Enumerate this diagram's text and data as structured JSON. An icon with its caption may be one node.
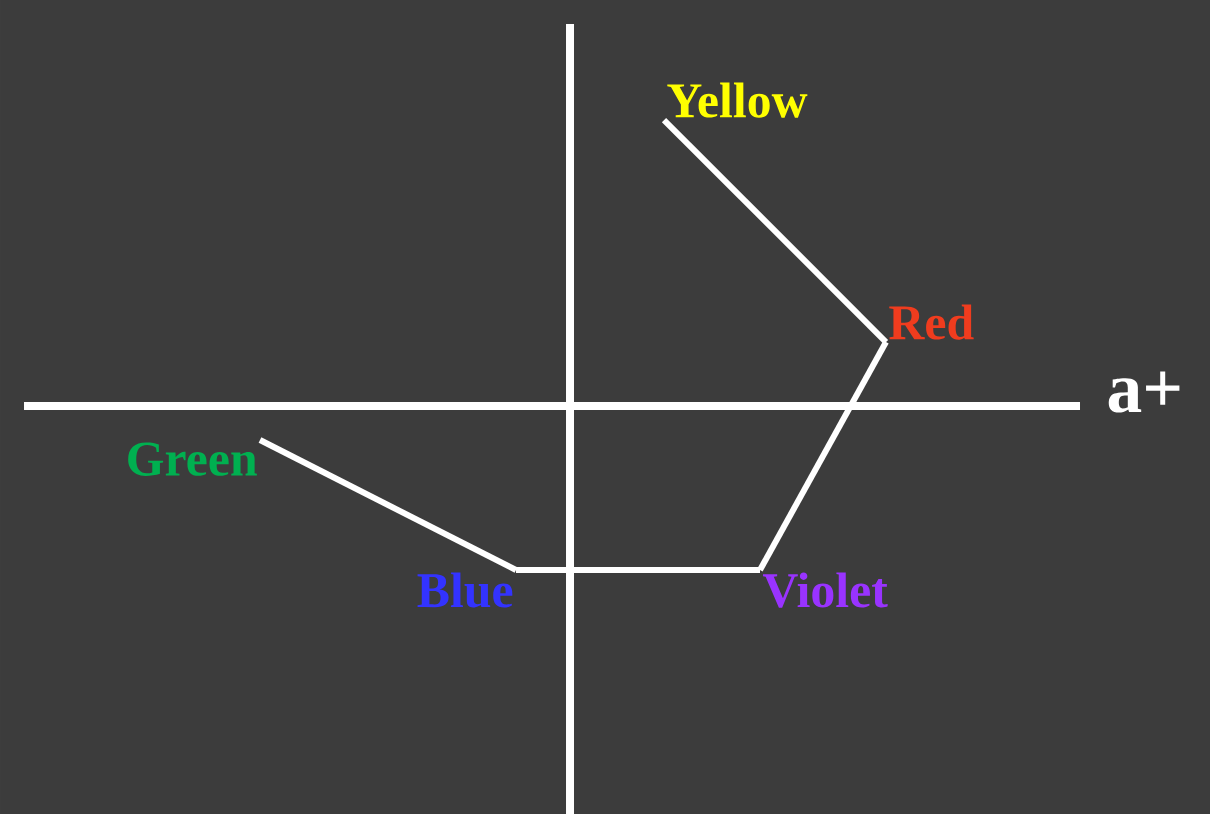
{
  "diagram": {
    "nodes": [
      {
        "text": [
          "Yellow"
        ]
      },
      {
        "text": [
          "Red"
        ]
      },
      {
        "text": [
          "Violet"
        ]
      },
      {
        "text": [
          "Blue"
        ]
      },
      {
        "text": [
          "Green"
        ]
      }
    ],
    "edges": [
      {
        "from": 0,
        "to": 1,
        "arrow": "none"
      },
      {
        "from": 1,
        "to": 2,
        "arrow": "none"
      },
      {
        "from": 2,
        "to": 3,
        "arrow": "none"
      },
      {
        "from": 3,
        "to": 4,
        "arrow": "none"
      }
    ],
    "labels": [
      "a+"
    ]
  }
}
